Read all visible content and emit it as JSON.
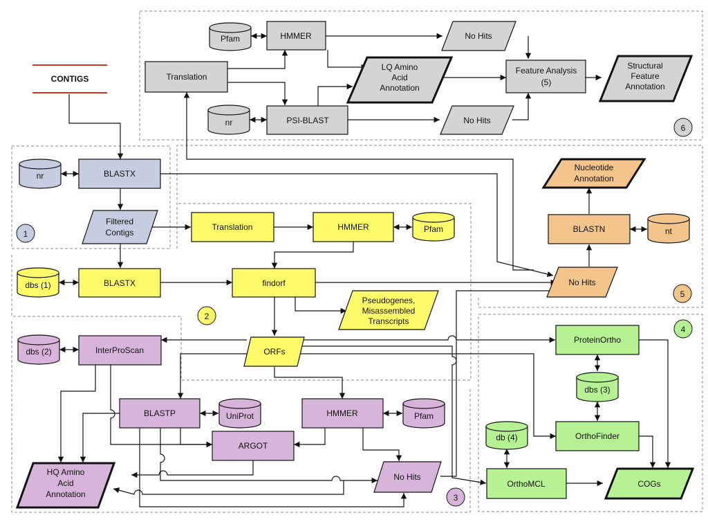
{
  "colors": {
    "gray": "#d4d4d4",
    "blue": "#c7cde0",
    "yellow": "#fdfb6a",
    "orange": "#f3c58d",
    "purple": "#d7b4d9",
    "green": "#b6f293",
    "stroke": "#111111",
    "contigs_bar": "#d9341f",
    "box_dash": "#888888"
  },
  "labels": {
    "contigs": "CONTIGS",
    "sec6": {
      "pfam": "Pfam",
      "hmmer": "HMMER",
      "nohits_top": "No Hits",
      "translation": "Translation",
      "lq1": "LQ Amino",
      "lq2": "Acid",
      "lq3": "Annotation",
      "feature1": "Feature Analysis",
      "feature2": "(5)",
      "struct1": "Structural",
      "struct2": "Feature",
      "struct3": "Annotation",
      "nr": "nr",
      "psiblast": "PSI-BLAST",
      "nohits_bottom": "No Hits",
      "num": "6"
    },
    "sec1": {
      "nr": "nr",
      "blastx": "BLASTX",
      "filtered1": "Filtered",
      "filtered2": "Contigs",
      "num": "1"
    },
    "sec2": {
      "translation": "Translation",
      "hmmer": "HMMER",
      "pfam": "Pfam",
      "dbs1": "dbs (1)",
      "blastx": "BLASTX",
      "findorf": "findorf",
      "pseudo1": "Pseudogenes,",
      "pseudo2": "Misassembled",
      "pseudo3": "Transcripts",
      "num": "2",
      "orfs": "ORFs"
    },
    "sec5": {
      "nuc1": "Nucleotide",
      "nuc2": "Annotation",
      "blastn": "BLASTN",
      "nt": "nt",
      "nohits": "No Hits",
      "num": "5"
    },
    "sec3": {
      "dbs2": "dbs (2)",
      "interpro": "InterProScan",
      "blastp": "BLASTP",
      "uniprot": "UniProt",
      "hmmer": "HMMER",
      "pfam": "Pfam",
      "argot": "ARGOT",
      "hq1": "HQ Amino",
      "hq2": "Acid",
      "hq3": "Annotation",
      "nohits": "No Hits",
      "num": "3"
    },
    "sec4": {
      "proteinortho": "ProteinOrtho",
      "dbs3": "dbs (3)",
      "db4": "db (4)",
      "orthofinder": "OrthoFinder",
      "orthomcl": "OrthoMCL",
      "cogs": "COGs",
      "num": "4"
    }
  }
}
